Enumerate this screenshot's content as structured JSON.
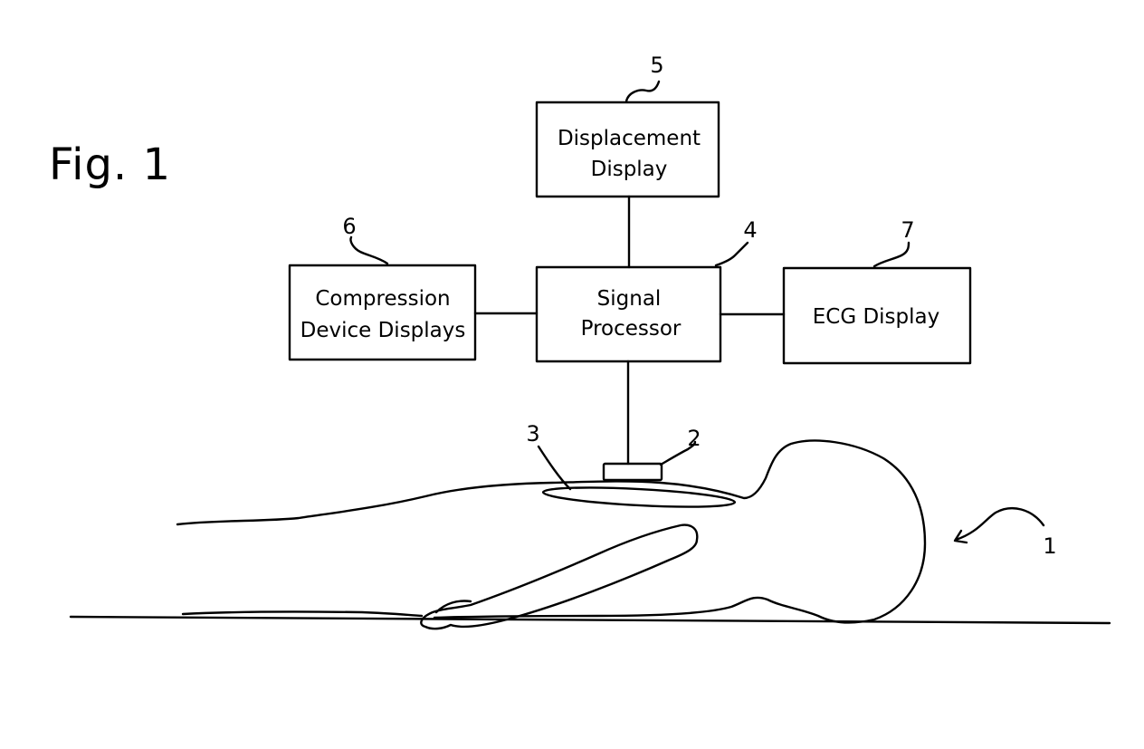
{
  "figure": {
    "title": "Fig. 1"
  },
  "boxes": {
    "displacement_display": {
      "ref": "5",
      "line1": "Displacement",
      "line2": "Display"
    },
    "signal_processor": {
      "ref": "4",
      "line1": "Signal",
      "line2": "Processor"
    },
    "compression_displays": {
      "ref": "6",
      "line1": "Compression",
      "line2": "Device Displays"
    },
    "ecg_display": {
      "ref": "7",
      "line1": "ECG Display"
    }
  },
  "patient": {
    "sensor_ref": "2",
    "region_ref": "3",
    "patient_ref": "1"
  }
}
